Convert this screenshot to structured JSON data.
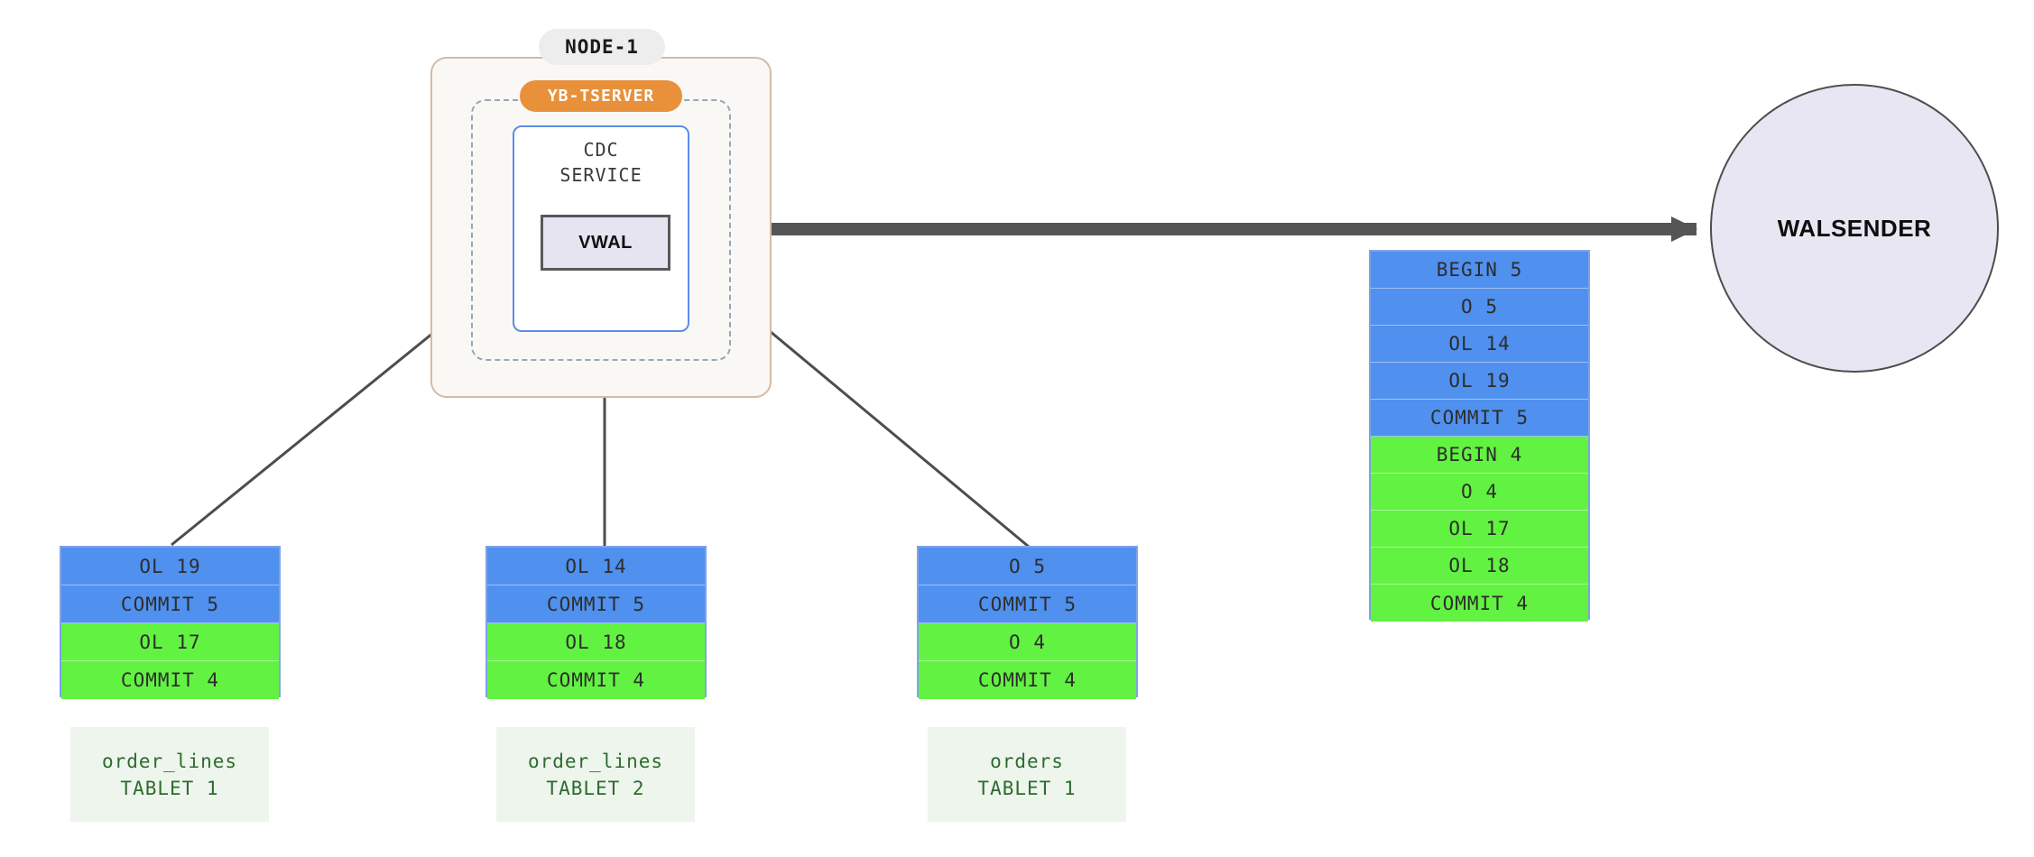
{
  "node": {
    "badge_label": "NODE-1",
    "tserver_label": "YB-TSERVER",
    "cdc_label": "CDC\nSERVICE",
    "cdc_line1": "CDC",
    "cdc_line2": "SERVICE",
    "vwal_label": "VWAL"
  },
  "walsender": {
    "label": "WALSENDER"
  },
  "vwal_output": {
    "rows": [
      {
        "label": "BEGIN 5",
        "color": "blue"
      },
      {
        "label": "O 5",
        "color": "blue"
      },
      {
        "label": "OL 14",
        "color": "blue"
      },
      {
        "label": "OL 19",
        "color": "blue"
      },
      {
        "label": "COMMIT 5",
        "color": "blue"
      },
      {
        "label": "BEGIN 4",
        "color": "green"
      },
      {
        "label": "O 4",
        "color": "green"
      },
      {
        "label": "OL 17",
        "color": "green"
      },
      {
        "label": "OL 18",
        "color": "green"
      },
      {
        "label": "COMMIT 4",
        "color": "green"
      }
    ]
  },
  "tablets": [
    {
      "table_name": "order_lines",
      "tablet_name": "TABLET 1",
      "rows": [
        {
          "label": "OL 19",
          "color": "blue"
        },
        {
          "label": "COMMIT 5",
          "color": "blue"
        },
        {
          "label": "OL 17",
          "color": "green"
        },
        {
          "label": "COMMIT 4",
          "color": "green"
        }
      ]
    },
    {
      "table_name": "order_lines",
      "tablet_name": "TABLET 2",
      "rows": [
        {
          "label": "OL 14",
          "color": "blue"
        },
        {
          "label": "COMMIT 5",
          "color": "blue"
        },
        {
          "label": "OL 18",
          "color": "green"
        },
        {
          "label": "COMMIT 4",
          "color": "green"
        }
      ]
    },
    {
      "table_name": "orders",
      "tablet_name": "TABLET 1",
      "rows": [
        {
          "label": "O 5",
          "color": "blue"
        },
        {
          "label": "COMMIT 5",
          "color": "blue"
        },
        {
          "label": "O 4",
          "color": "green"
        },
        {
          "label": "COMMIT 4",
          "color": "green"
        }
      ]
    }
  ],
  "colors": {
    "blue_record": "#5090EE",
    "green_record": "#62F241",
    "record_border": "#7EA3E8",
    "tserver_orange": "#E8913A",
    "cdc_border": "#5B8DEF",
    "node_border": "#D4BBA5",
    "node_fill": "#FAF8F5",
    "dashed_border": "#93A7BC",
    "vwal_fill": "#E5E4F0",
    "walsender_fill": "#E7E6F2",
    "tablet_label_fill": "#EDF5ED",
    "tablet_label_text": "#2E6B2E",
    "arrow_stroke": "#4d4d4d"
  }
}
